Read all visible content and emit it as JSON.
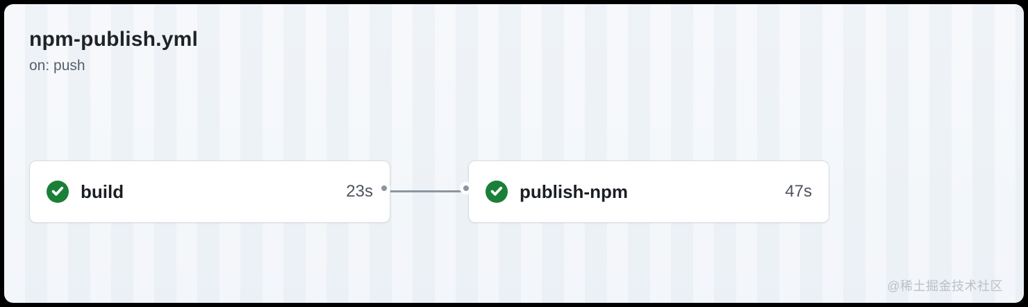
{
  "header": {
    "title": "npm-publish.yml",
    "trigger": "on: push"
  },
  "workflow": {
    "jobs": [
      {
        "name": "build",
        "duration": "23s",
        "status": "success",
        "icon": "check-circle-icon"
      },
      {
        "name": "publish-npm",
        "duration": "47s",
        "status": "success",
        "icon": "check-circle-icon"
      }
    ],
    "edges": [
      {
        "from": "build",
        "to": "publish-npm"
      }
    ]
  },
  "watermark": "@稀土掘金技术社区",
  "colors": {
    "success_green": "#1a7f37",
    "connector_gray": "#8c959f",
    "node_border": "#d5dbe1",
    "node_background": "#ffffff",
    "canvas_background": "#f1f5f9",
    "outer_background": "#000000",
    "text_primary": "#1b1f24",
    "text_secondary": "#57606a"
  }
}
